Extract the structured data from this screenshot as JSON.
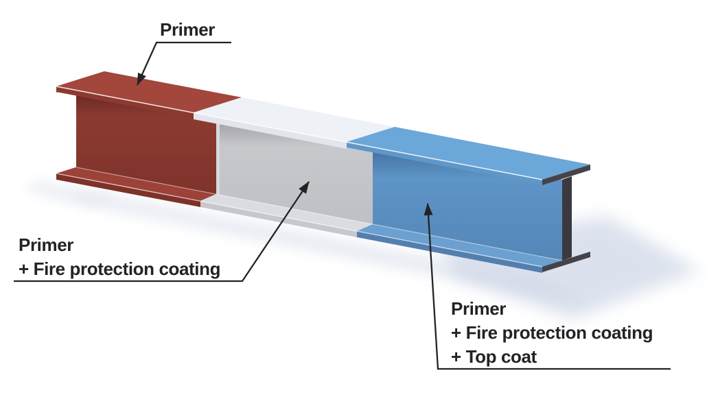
{
  "diagram": {
    "type": "steel-beam-coating-system",
    "labels": {
      "primer": {
        "line1": "Primer"
      },
      "primer_fire": {
        "line1": "Primer",
        "line2": "+ Fire protection coating"
      },
      "primer_fire_top": {
        "line1": "Primer",
        "line2": "+ Fire protection coating",
        "line3": "+ Top coat"
      }
    },
    "sections": {
      "left": "primer",
      "middle": "primer + fire protection coating",
      "right": "primer + fire protection coating + top coat",
      "right_end": "bare steel cross-section"
    },
    "colors": {
      "primer_top": "#a3463b",
      "primer_edge": "#8c392f",
      "primer_bottom": "#9c4238",
      "primer_bottom_edge": "#7e3129",
      "primer_end": "#8f3c32",
      "fire_top": "#eef1f6",
      "fire_edge": "#e2e5eb",
      "fire_bottom": "#dadce0",
      "fire_bottom_edge": "#c6c8cd",
      "topcoat_top": "#6ba7d9",
      "topcoat_edge": "#5f97c9",
      "topcoat_bottom": "#6ba0d0",
      "topcoat_bottom_edge": "#527faf",
      "steel_end": "#45434a",
      "leader": "#232325",
      "text": "#232325",
      "background": "#ffffff"
    }
  }
}
